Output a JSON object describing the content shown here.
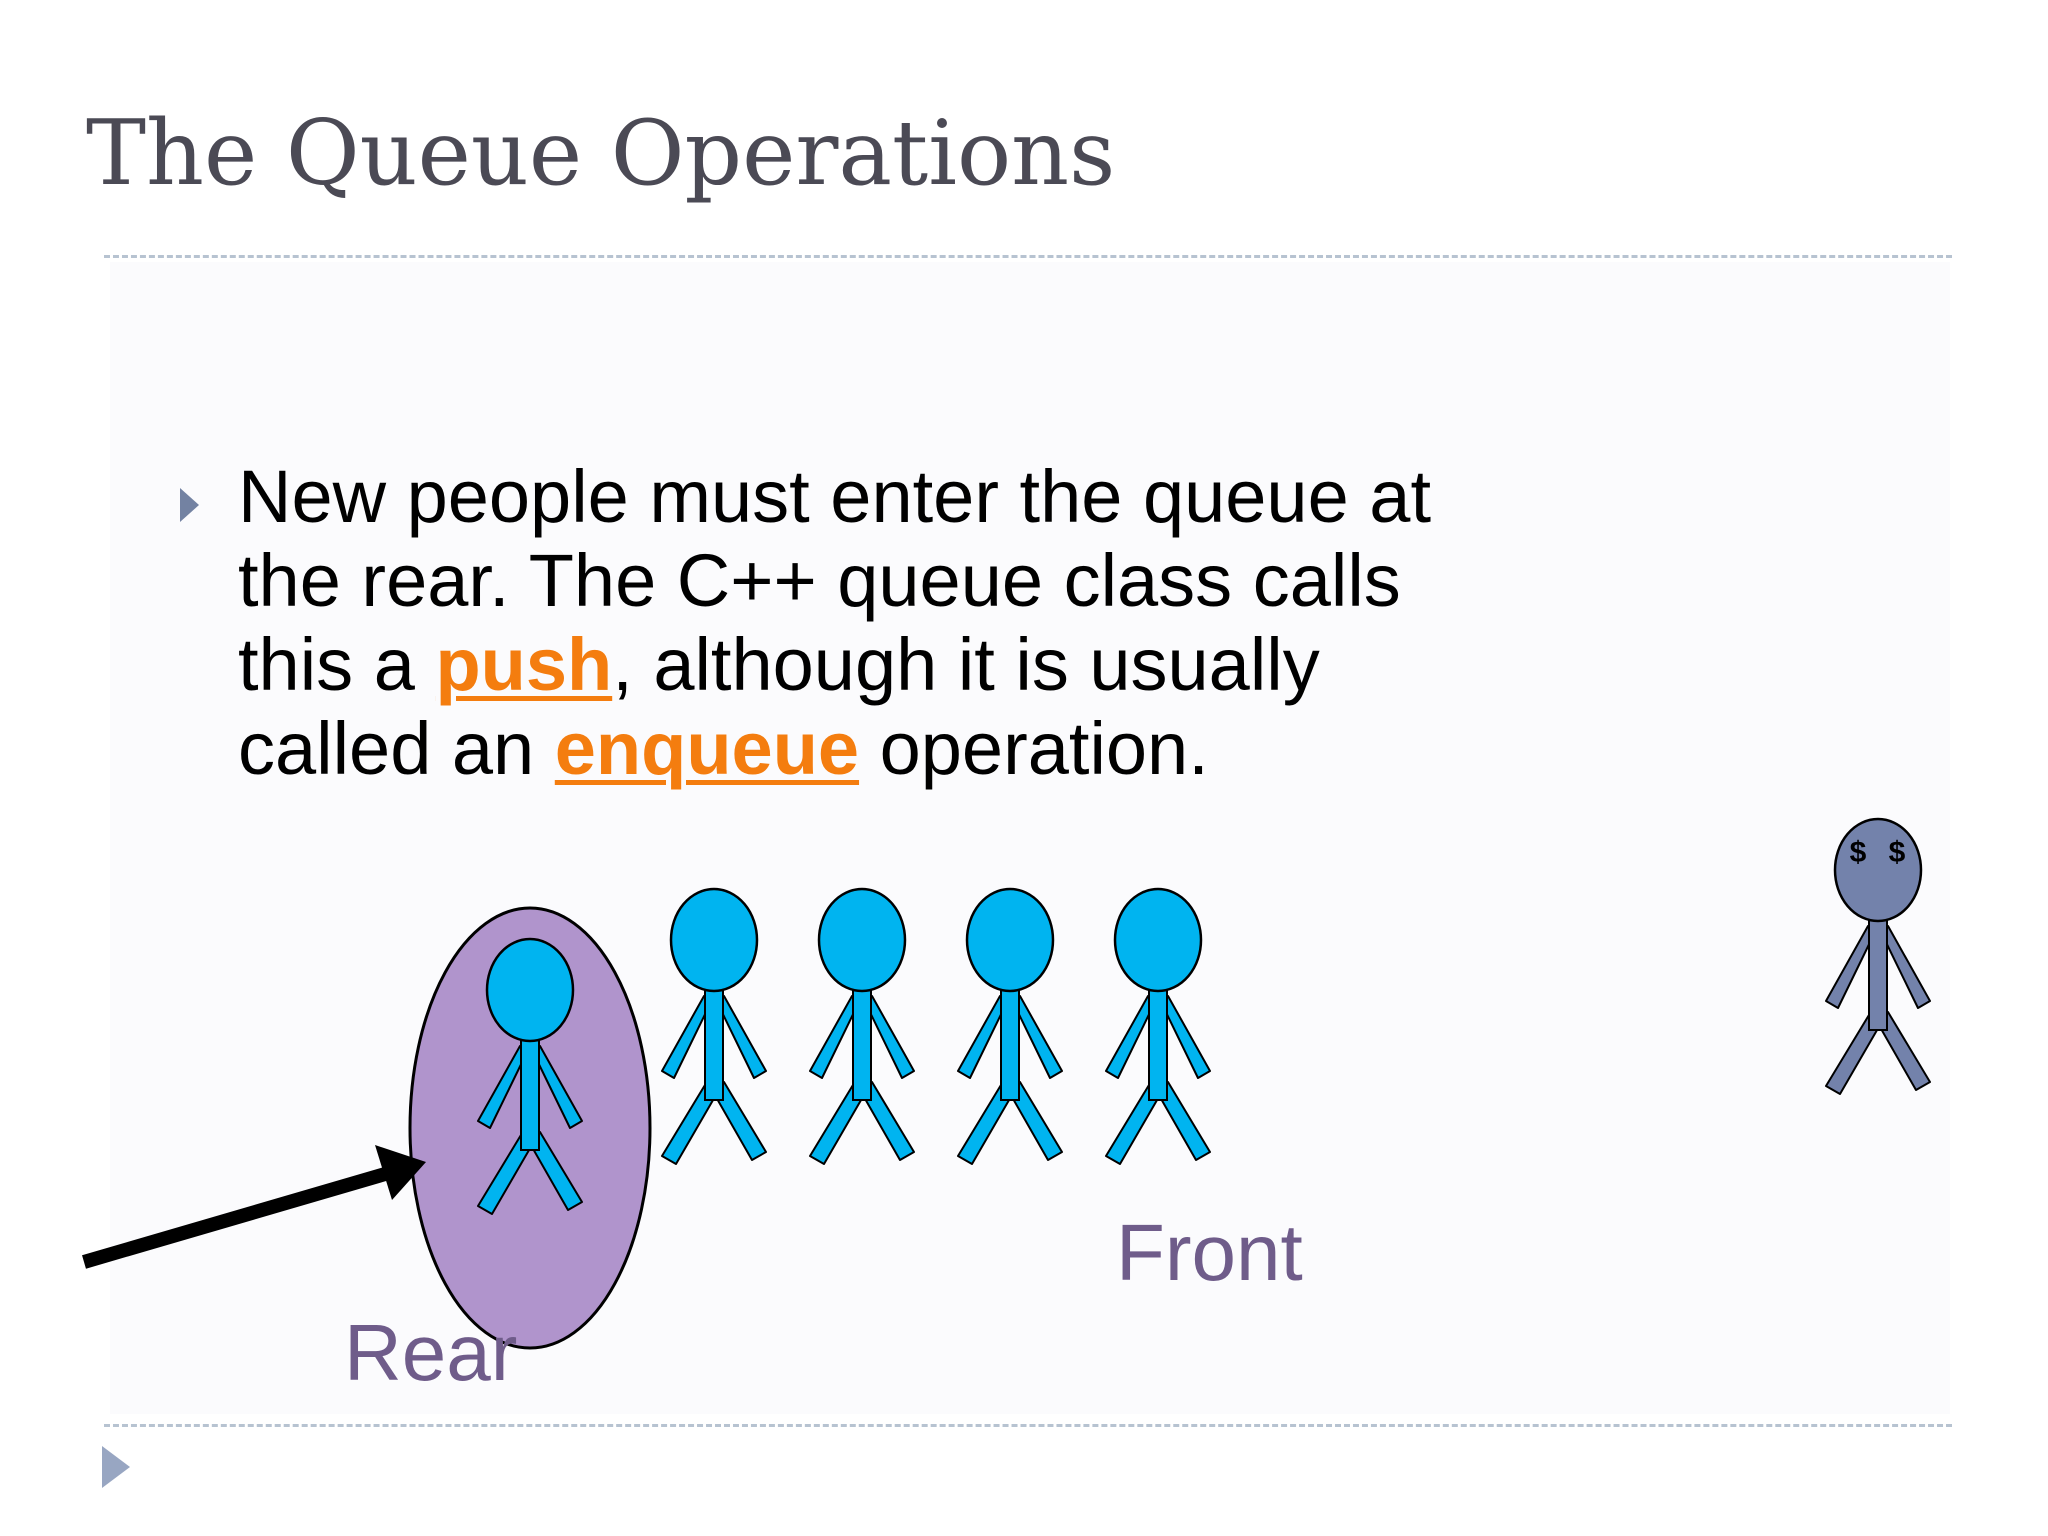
{
  "slide": {
    "title": "The Queue Operations",
    "bullet": {
      "text_before_push": "New people must enter the queue at the rear. The C++ queue class calls this a ",
      "push_keyword": "push",
      "text_between": ", although it is usually called an ",
      "enqueue_keyword": "enqueue",
      "text_after": " operation."
    }
  },
  "diagram": {
    "rear_label": "Rear",
    "front_label": "Front",
    "money_symbol": "$",
    "colors": {
      "person": "#00b4f0",
      "highlight": "#b094cc",
      "newcomer": "#7382ab",
      "arrow": "#000000",
      "labels": "#6f5c8a",
      "keywords": "#f47d0f",
      "title": "#4b4a55"
    }
  }
}
